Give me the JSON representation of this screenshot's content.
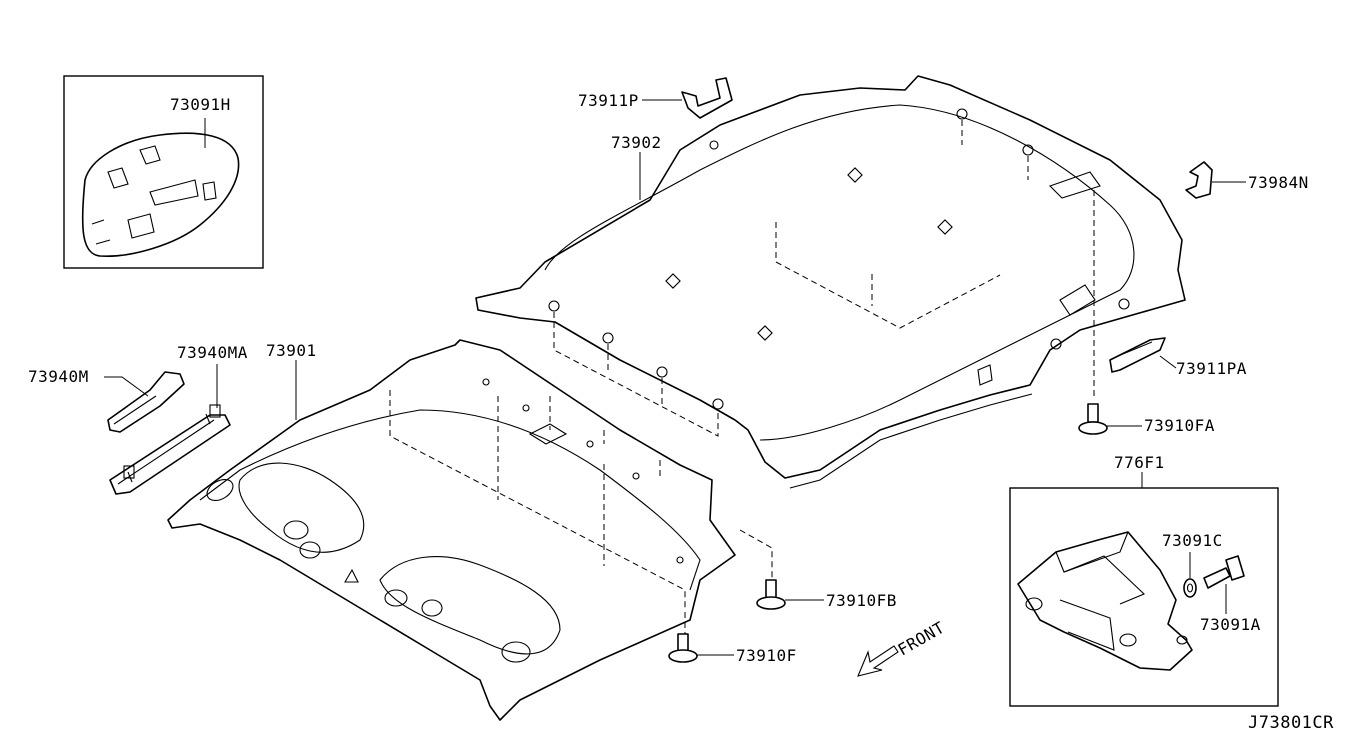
{
  "labels": {
    "p73091H": "73091H",
    "p73911P": "73911P",
    "p73902": "73902",
    "p73984N": "73984N",
    "p73940MA": "73940MA",
    "p73901": "73901",
    "p73940M": "73940M",
    "p73911PA": "73911PA",
    "p73910FA": "73910FA",
    "p776F1": "776F1",
    "p73091C": "73091C",
    "p73091A": "73091A",
    "p73910FB": "73910FB",
    "p73910F": "73910F",
    "front": "FRONT",
    "code": "J73801CR"
  }
}
